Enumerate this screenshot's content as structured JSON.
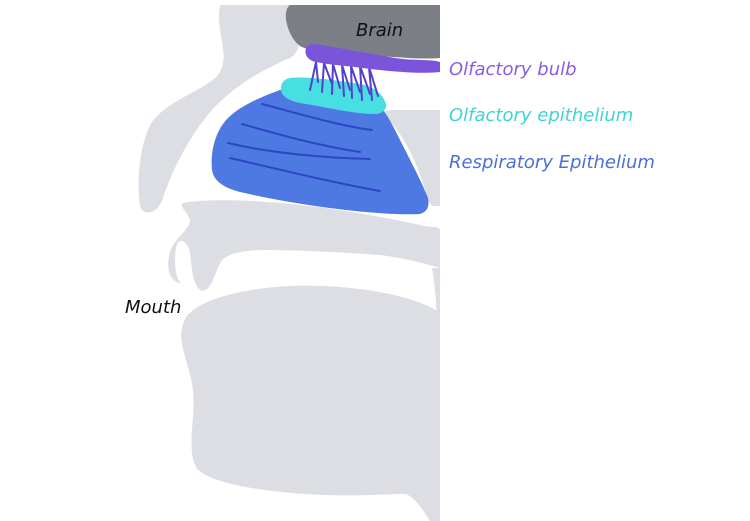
{
  "labels": {
    "brain": "Brain",
    "olfactory_bulb": "Olfactory bulb",
    "olfactory_epithelium": "Olfactory epithelium",
    "respiratory_epithelium": "Respiratory Epithelium",
    "mouth": "Mouth"
  },
  "colors": {
    "anatomy_gray": "#dcdee4",
    "brain_gray": "#7d7f87",
    "olfactory_bulb": "#7a55dc",
    "olfactory_bulb_label": "#8a5ce6",
    "olfactory_epithelium": "#48dfe3",
    "olfactory_epithelium_label": "#3fd3d8",
    "respiratory_epithelium": "#4f79e2",
    "respiratory_lines": "#2c46c4",
    "respiratory_epithelium_label": "#4d6fd8",
    "dark_text": "#111111"
  },
  "icons": {
    "olfactory_nerves": "olfactory-nerve-fibers-icon"
  }
}
